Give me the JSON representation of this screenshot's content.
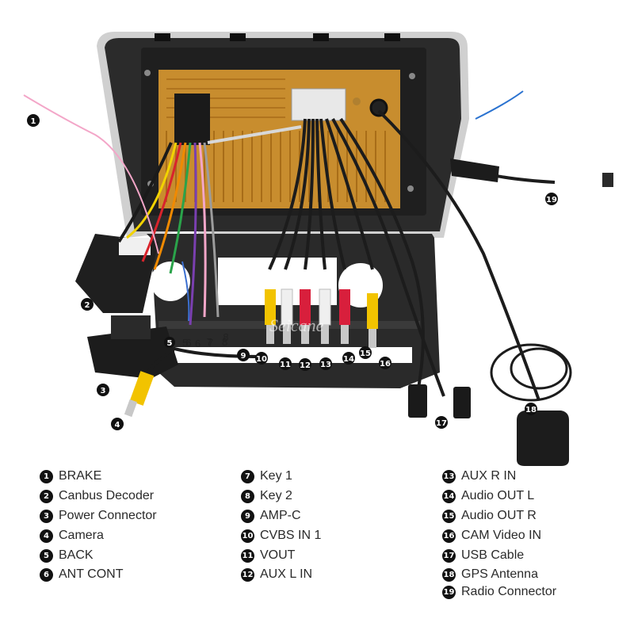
{
  "watermark": "Seicane",
  "panel_labels": [
    "5",
    "6",
    "7",
    "8"
  ],
  "callouts": [
    {
      "num": "1"
    },
    {
      "num": "2"
    },
    {
      "num": "3"
    },
    {
      "num": "4"
    },
    {
      "num": "5"
    },
    {
      "num": "6"
    },
    {
      "num": "7"
    },
    {
      "num": "8"
    },
    {
      "num": "9"
    },
    {
      "num": "10"
    },
    {
      "num": "11"
    },
    {
      "num": "12"
    },
    {
      "num": "13"
    },
    {
      "num": "14"
    },
    {
      "num": "15"
    },
    {
      "num": "16"
    },
    {
      "num": "17"
    },
    {
      "num": "18"
    },
    {
      "num": "19"
    }
  ],
  "legend": {
    "col1": [
      {
        "num": "1",
        "label": "BRAKE"
      },
      {
        "num": "2",
        "label": "Canbus Decoder"
      },
      {
        "num": "3",
        "label": "Power Connector"
      },
      {
        "num": "4",
        "label": "Camera"
      },
      {
        "num": "5",
        "label": "BACK"
      },
      {
        "num": "6",
        "label": "ANT CONT"
      }
    ],
    "col2": [
      {
        "num": "7",
        "label": "Key 1"
      },
      {
        "num": "8",
        "label": "Key 2"
      },
      {
        "num": "9",
        "label": "AMP-C"
      },
      {
        "num": "10",
        "label": "CVBS IN 1"
      },
      {
        "num": "11",
        "label": "VOUT"
      },
      {
        "num": "12",
        "label": "AUX L IN"
      }
    ],
    "col3": [
      {
        "num": "13",
        "label": "AUX R IN"
      },
      {
        "num": "14",
        "label": "Audio OUT L"
      },
      {
        "num": "15",
        "label": "Audio OUT R"
      },
      {
        "num": "16",
        "label": "CAM Video IN"
      },
      {
        "num": "17",
        "label": "USB Cable"
      },
      {
        "num": "18",
        "label": "GPS Antenna"
      },
      {
        "num": "19",
        "label": "Radio Connector"
      }
    ]
  },
  "colors": {
    "housing": "#2b2b2b",
    "board": "#c88d2e",
    "chrome": "#c9c9c9",
    "cable": "#1c1c1c",
    "rca_yellow": "#f2c300",
    "rca_red": "#d81f3c",
    "rca_white": "#efefef"
  }
}
